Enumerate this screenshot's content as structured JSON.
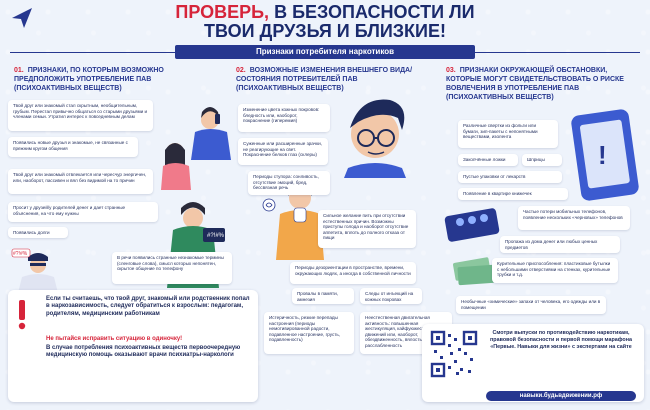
{
  "header": {
    "title_line1_red": "ПРОВЕРЬ,",
    "title_line1_blue": "В БЕЗОПАСНОСТИ ЛИ",
    "title_line2": "ТВОИ ДРУЗЬЯ И БЛИЗКИЕ!",
    "banner": "Признаки потребителя наркотиков"
  },
  "columns": [
    {
      "num": "01.",
      "title": "ПРИЗНАКИ, ПО КОТОРЫМ ВОЗМОЖНО ПРЕДПОЛОЖИТЬ УПОТРЕБЛЕНИЕ ПАВ (ПСИХОАКТИВНЫХ ВЕЩЕСТВ)"
    },
    {
      "num": "02.",
      "title": "ВОЗМОЖНЫЕ ИЗМЕНЕНИЯ ВНЕШНЕГО ВИДА/СОСТОЯНИЯ ПОТРЕБИТЕЛЕЙ ПАВ (ПСИХОАКТИВНЫХ ВЕЩЕСТВ)"
    },
    {
      "num": "03.",
      "title": "ПРИЗНАКИ ОКРУЖАЮЩЕЙ ОБСТАНОВКИ, КОТОРЫЕ МОГУТ СВИДЕТЕЛЬСТВОВАТЬ О РИСКЕ ВОВЛЕЧЕНИЯ В УПОТРЕБЛЕНИЕ ПАВ (ПСИХОАКТИВНЫХ ВЕЩЕСТВ)"
    }
  ],
  "col1_items": [
    "Твой друг или знакомый стал скрытным, необщительным, грубым. Перестал привычно общаться со старыми друзьями и членами семьи. Утратил интерес к повседневным делам",
    "Появились новые друзья и знакомые, не связанные с прежним кругом общения",
    "Твой друг или знакомый отвлекается или чересчур энергичен, или, наоборот, пассивен и вял без видимой на то причин",
    "Просит у друзей/у родителей денег и дает странные объяснения, на что ему нужны",
    "Появились долги",
    "В речи появились странные незнакомые термины (сленговые слова), смысл которых непонятен, скрытое общение по телефону"
  ],
  "col1_speech": "#?!#%",
  "col2_items": [
    "Изменение цвета кожных покровов: бледность или, наоборот, покраснение (гиперемия)",
    "Суженные или расширенные зрачки, не реагирующие на свет. Покраснение белков глаз (склеры)",
    "Периоды ступора: сонливость, отсутствие эмоций, бред, бессвязная речь",
    "Сильное желание пить при отсутствии естественных причин. Возможны приступы голода и наоборот отсутствие аппетита, вплоть до полного отказа от пищи",
    "Периоды дезориентации в пространстве, времени, окружающих людях, а иногда в собственной личности",
    "Провалы в памяти, амнезия",
    "Следы от инъекций на кожных покровах",
    "Истеричность, резкие перепады настроения (периоды немотивированной радости, подавленное настроение, грусть, подавленность)",
    "Неестественная двигательная активность: повышенная жестикуляция, кайфуюжесть движений или, наоборот, обездвиженность, вялость, расслабленность"
  ],
  "col3_items": [
    "Различные свертки из фольги или бумаги, зип-пакеты с непонятными веществами, изолента",
    "Закопчённые ложки",
    "Шприцы",
    "Пустые упаковки от лекарств",
    "Появление в квартире книжечек",
    "Частые потери мобильных телефонов, появление нескольких «черновых» телефонов",
    "Пропажа из дома денег или любых ценных предметов",
    "Курительные приспособления: пластиковые бутылки с небольшими отверстиями на стенках, курительные трубки и т.д.",
    "Необычные «химические» запахи от человека, его одежды или в помещении"
  ],
  "warning": {
    "text1": "Если ты считаешь, что твой друг, знакомый или родственник попал в наркозависимость, следует обратиться к взрослым: педагогам, родителям, медицинским работникам",
    "text2": "Не пытайся исправить ситуацию в одиночку!",
    "text3": "В случае потребления психоактивных веществ первоочередную медицинскую помощь оказывают врачи психиатры-наркологи"
  },
  "footer": {
    "text": "Смотри выпуски по противодействию наркотикам, правовой безопасности и первой помощи марафона «Первые. Навыки для жизни» с экспертами на сайте",
    "url": "навыки.будьвдвижении.рф"
  },
  "colors": {
    "navy": "#26378f",
    "red": "#d6243a",
    "text": "#1e2a5a",
    "bg": "#eef3fb"
  }
}
